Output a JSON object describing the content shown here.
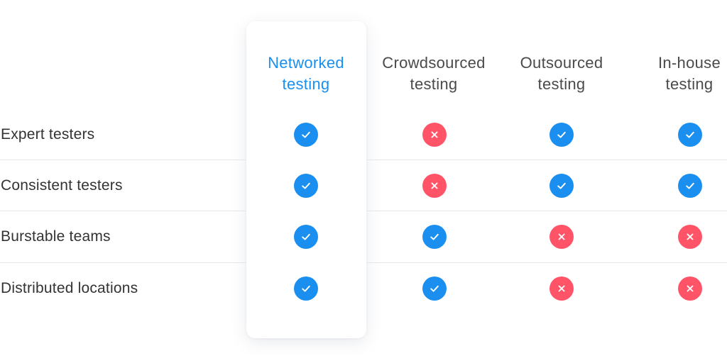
{
  "colors": {
    "featured_header": "#1a8ff0",
    "header_text": "#4a4a4a",
    "row_label_text": "#333333",
    "check_bg": "#1a8ff0",
    "cross_bg": "#ff5468",
    "divider": "#e3e6ea"
  },
  "columns": [
    {
      "line1": "Networked",
      "line2": "testing",
      "featured": true
    },
    {
      "line1": "Crowdsourced",
      "line2": "testing",
      "featured": false
    },
    {
      "line1": "Outsourced",
      "line2": "testing",
      "featured": false
    },
    {
      "line1": "In-house",
      "line2": "testing",
      "featured": false
    }
  ],
  "rows": [
    {
      "label": "Expert testers",
      "values": [
        "check",
        "cross",
        "check",
        "check"
      ]
    },
    {
      "label": "Consistent testers",
      "values": [
        "check",
        "cross",
        "check",
        "check"
      ]
    },
    {
      "label": "Burstable teams",
      "values": [
        "check",
        "check",
        "cross",
        "cross"
      ]
    },
    {
      "label": "Distributed locations",
      "values": [
        "check",
        "check",
        "cross",
        "cross"
      ]
    }
  ],
  "icons": {
    "check": "check-icon",
    "cross": "cross-icon"
  }
}
